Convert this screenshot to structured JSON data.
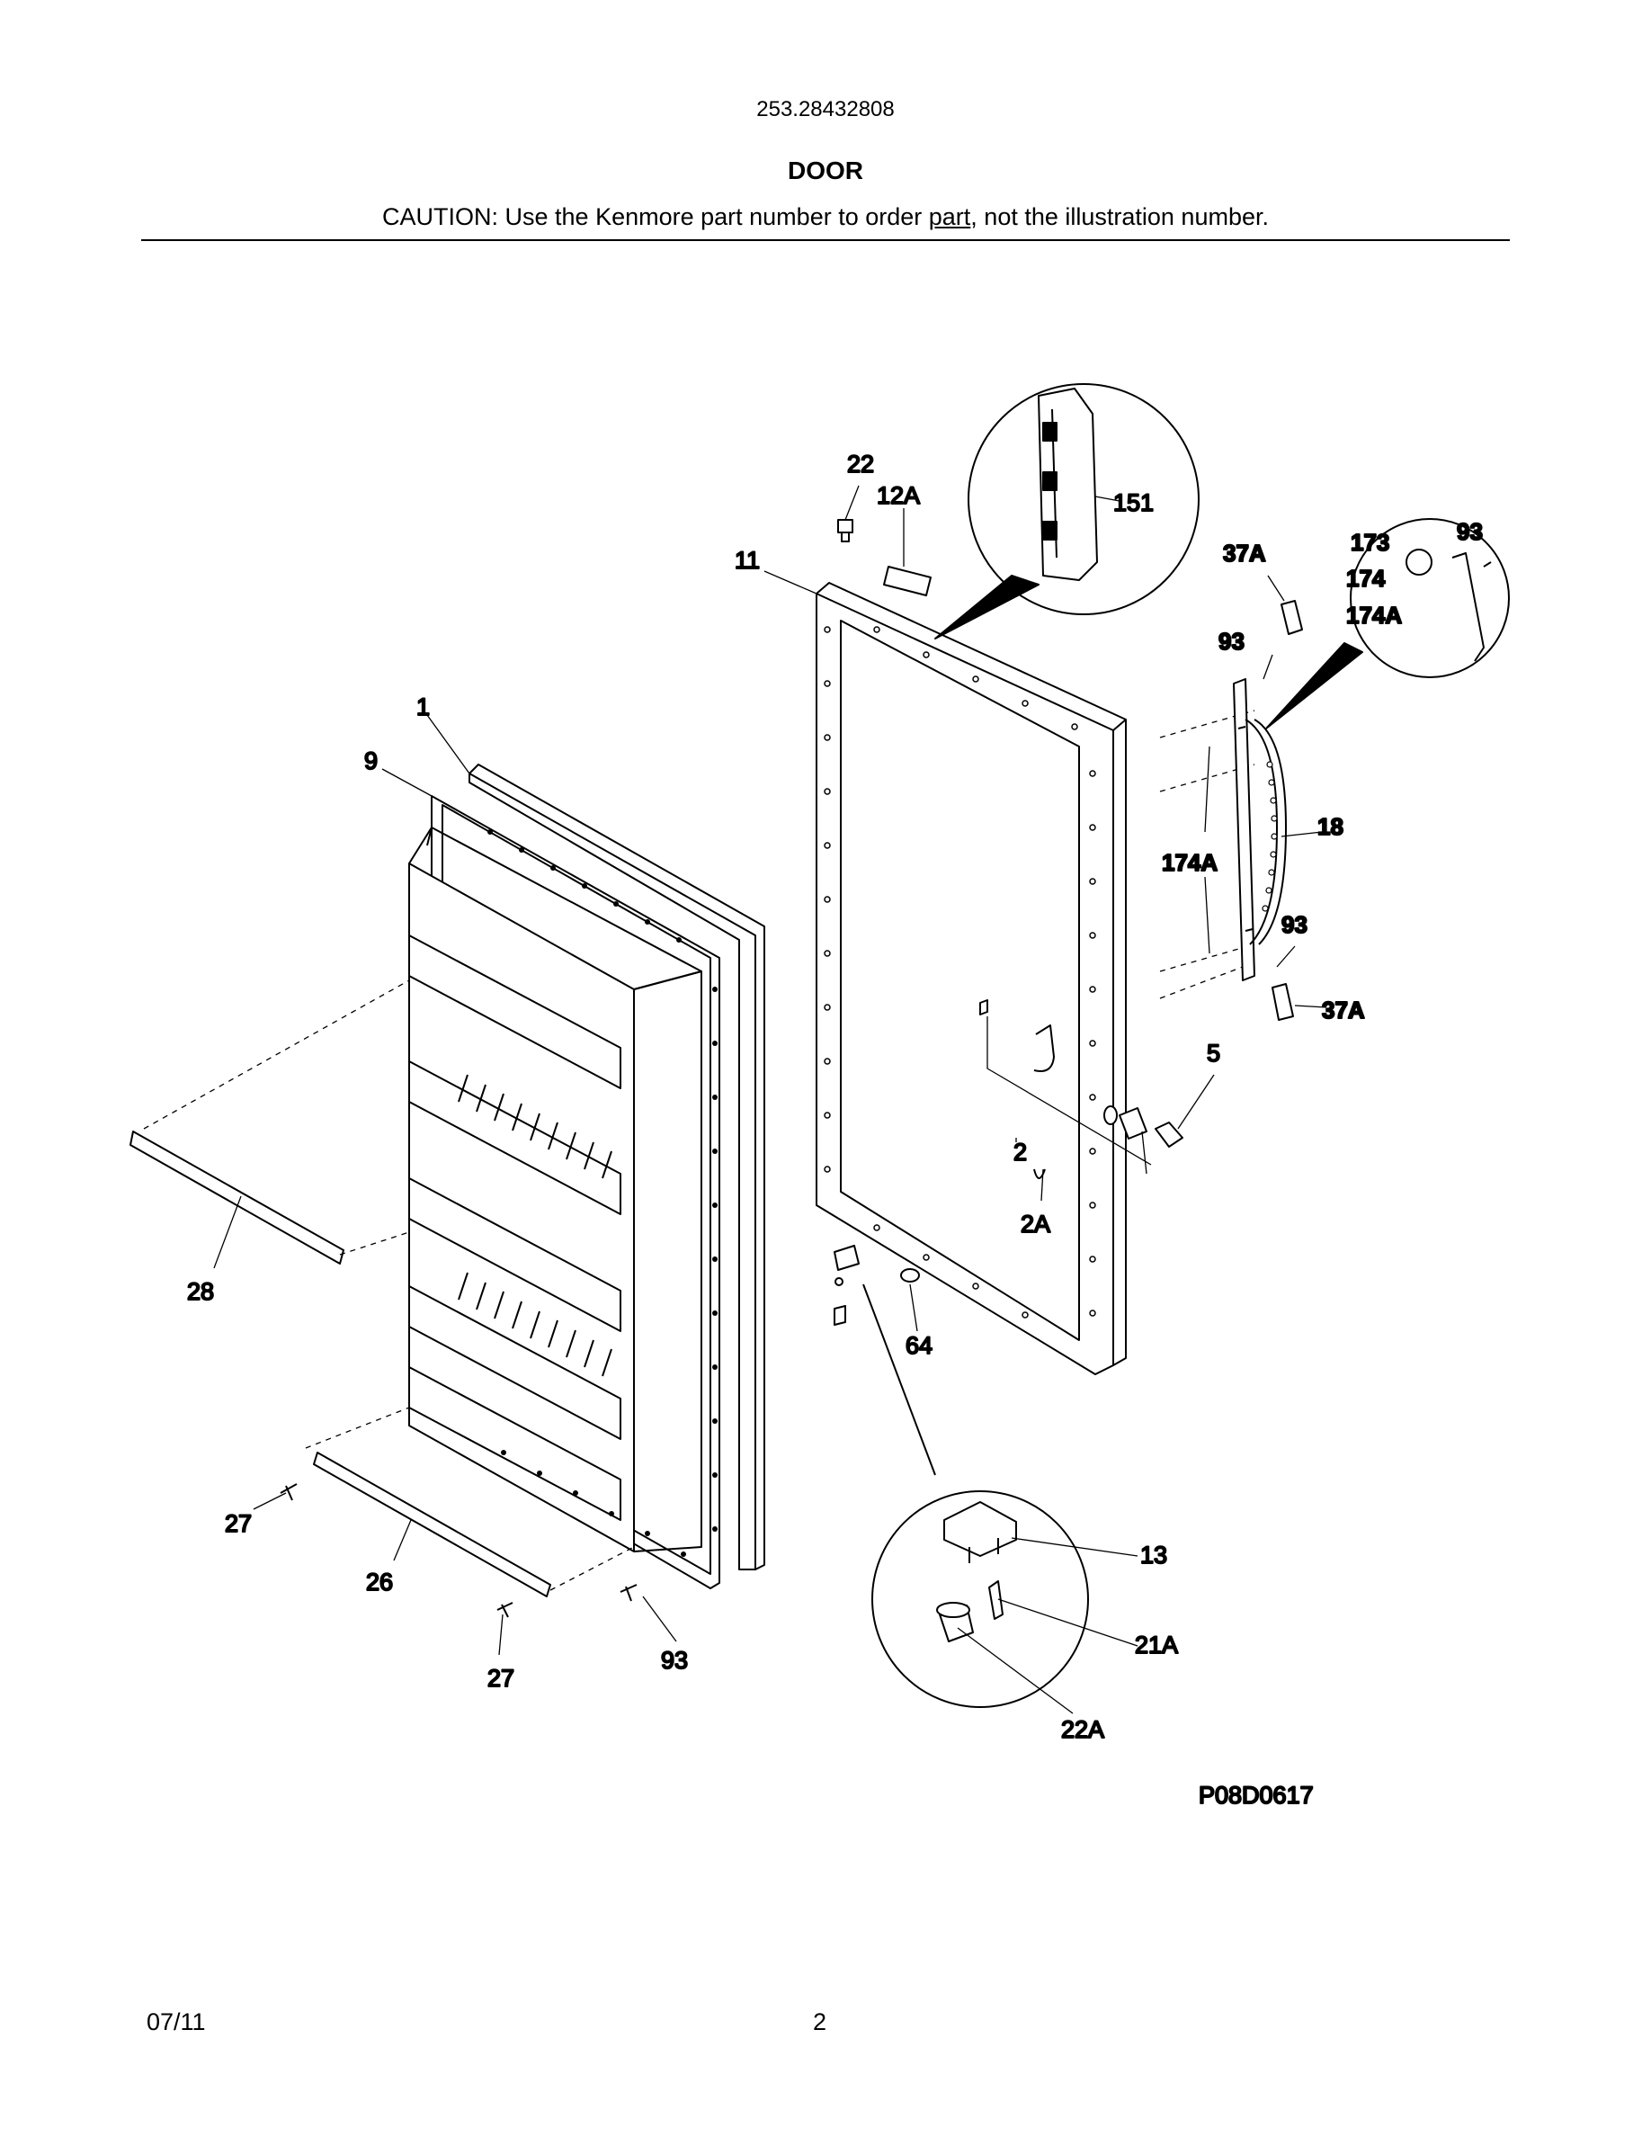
{
  "header": {
    "model_number": "253.28432808",
    "section_title": "DOOR",
    "caution_before": "CAUTION: Use the Kenmore part number to order ",
    "caution_link": "part",
    "caution_after": ", not the illustration number."
  },
  "diagram": {
    "drawing_number": "P08D0617",
    "callouts": {
      "c1": "1",
      "c9": "9",
      "c28": "28",
      "c27a": "27",
      "c26": "26",
      "c27b": "27",
      "c93a": "93",
      "c11": "11",
      "c22": "22",
      "c12A": "12A",
      "c151": "151",
      "c37Aa": "37A",
      "c173": "173",
      "c93b": "93",
      "c174": "174",
      "c174Aa": "174A",
      "c93c": "93",
      "c18": "18",
      "c174Ab": "174A",
      "c93d": "93",
      "c37Ab": "37A",
      "c5": "5",
      "c2": "2",
      "c2A": "2A",
      "c64": "64",
      "c13": "13",
      "c21A": "21A",
      "c22A": "22A"
    }
  },
  "footer": {
    "date": "07/11",
    "page": "2"
  }
}
